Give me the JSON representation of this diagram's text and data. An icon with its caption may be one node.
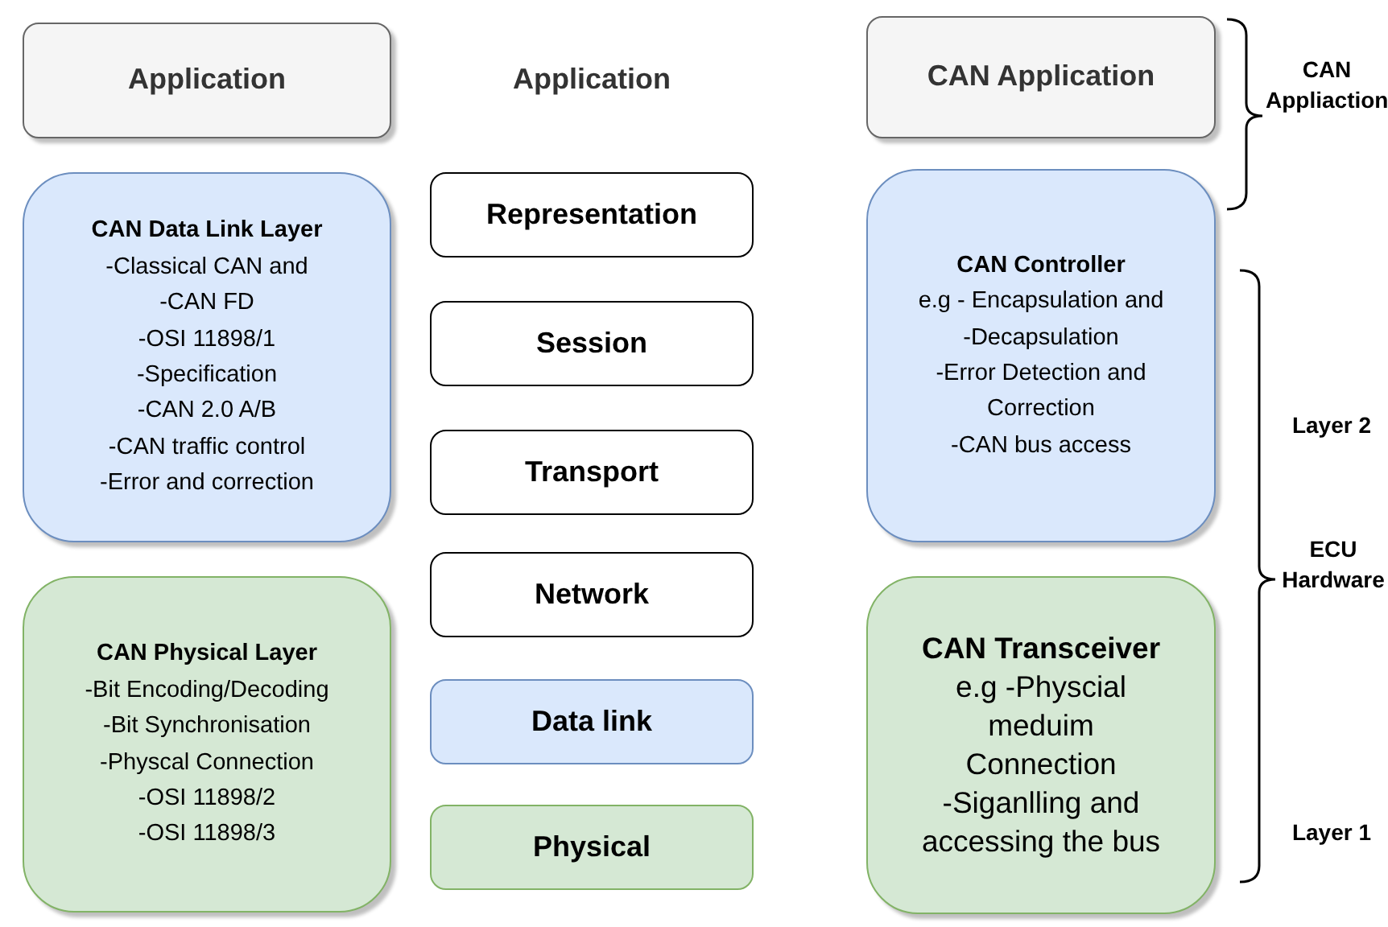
{
  "diagram": {
    "nodes": [
      {
        "text": [
          "Application"
        ]
      },
      {
        "text": [
          "Application"
        ]
      },
      {
        "text": [
          "CAN Application"
        ]
      },
      {
        "text": [
          "CAN Data Link Layer",
          "-Classical CAN and",
          "-CAN FD",
          "-OSI 11898/1",
          "-Specification",
          "-CAN 2.0 A/B",
          "-CAN traffic control",
          "-Error and correction"
        ]
      },
      {
        "text": [
          "Representation"
        ]
      },
      {
        "text": [
          "CAN Controller",
          "e.g - Encapsulation and",
          "-Decapsulation",
          "-Error Detection and Correction",
          "-CAN bus access"
        ]
      },
      {
        "text": [
          "Session"
        ]
      },
      {
        "text": [
          "Transport"
        ]
      },
      {
        "text": [
          "Network"
        ]
      },
      {
        "text": [
          "CAN Physical Layer",
          "-Bit Encoding/Decoding",
          "-Bit Synchronisation",
          "-Physcal Connection",
          "-OSI 11898/2",
          "-OSI 11898/3"
        ]
      },
      {
        "text": [
          "Data link"
        ]
      },
      {
        "text": [
          "CAN Transceiver",
          "e.g -Physcial meduim Connection",
          "-Siganlling and accessing the bus"
        ]
      },
      {
        "text": [
          "Physical"
        ]
      }
    ],
    "labels": [
      "CAN Appliaction",
      "Layer 2",
      "ECU Hardware",
      "Layer 1"
    ]
  }
}
